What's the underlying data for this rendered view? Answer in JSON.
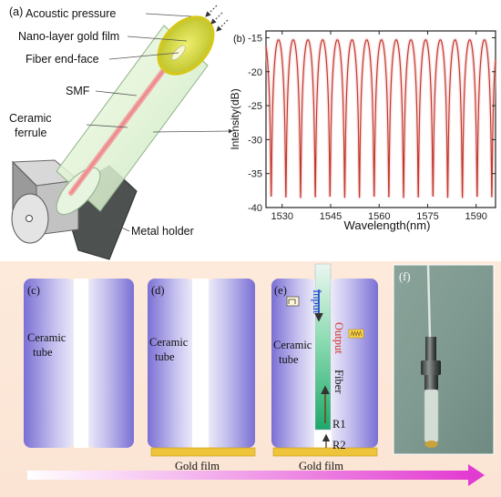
{
  "panel_a": {
    "tag": "(a)",
    "labels": {
      "acoustic_pressure": "Acoustic pressure",
      "gold_film": "Nano-layer gold film",
      "fiber_end_face": "Fiber end-face",
      "smf": "SMF",
      "ceramic_1": "Ceramic",
      "ceramic_2": "ferrule",
      "metal_holder": "Metal holder"
    }
  },
  "panel_b": {
    "tag": "(b)"
  },
  "chart_data": {
    "type": "line",
    "xlabel": "Wavelength(nm)",
    "ylabel": "Intensity(dB)",
    "xlim": [
      1525,
      1596
    ],
    "ylim": [
      -40,
      -14
    ],
    "xticks": [
      1530,
      1545,
      1560,
      1575,
      1590
    ],
    "yticks": [
      -15,
      -20,
      -25,
      -30,
      -35,
      -40
    ],
    "fsr_nm": 4.55,
    "first_dip_nm": 1526.6,
    "max_db": -15.3,
    "min_db": -38.6,
    "series": [
      {
        "color": "#c0392b"
      }
    ]
  },
  "bottom": {
    "panels": {
      "c": {
        "tag": "(c)",
        "tube_1": "Ceramic",
        "tube_2": "tube"
      },
      "d": {
        "tag": "(d)",
        "tube_1": "Ceramic",
        "tube_2": "tube",
        "film": "Gold film"
      },
      "e": {
        "tag": "(e)",
        "tube_1": "Ceramic",
        "tube_2": "tube",
        "film": "Gold film",
        "input": "Input",
        "output": "Output",
        "fiber": "Fiber",
        "r1": "R1",
        "r2": "R2"
      },
      "f": {
        "tag": "(f)"
      }
    }
  },
  "colors": {
    "tube": "#8a80d8",
    "gold": "#e8c23a",
    "arrow": "#e040c8",
    "curve": "#c0392b",
    "fiber": "#27b07a"
  }
}
